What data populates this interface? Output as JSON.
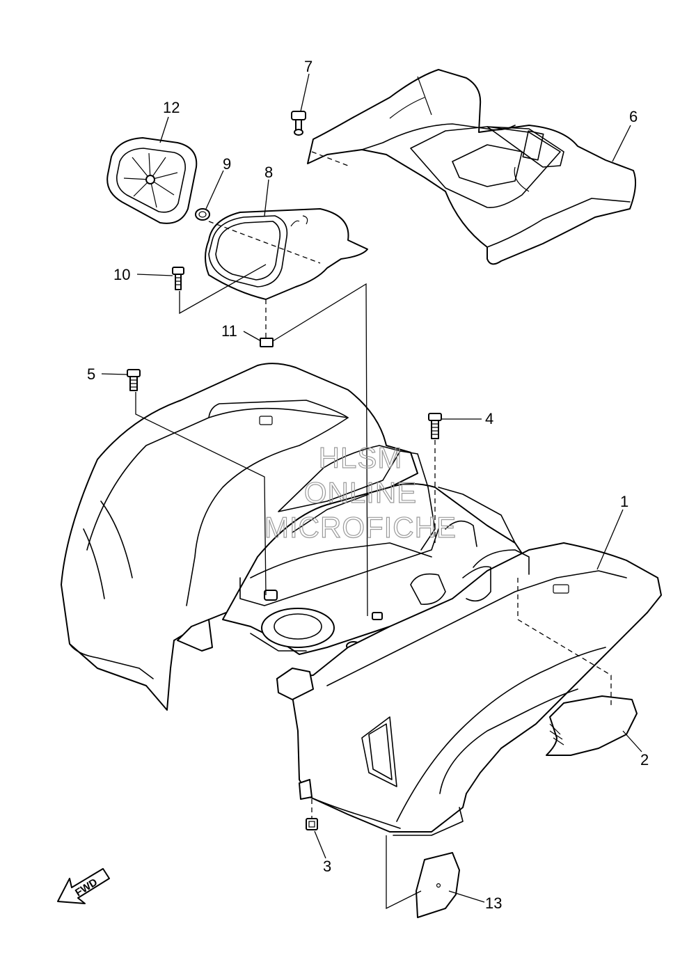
{
  "diagram": {
    "callouts": [
      {
        "id": "c1",
        "label": "1"
      },
      {
        "id": "c2",
        "label": "2"
      },
      {
        "id": "c3",
        "label": "3"
      },
      {
        "id": "c4",
        "label": "4"
      },
      {
        "id": "c5",
        "label": "5"
      },
      {
        "id": "c6",
        "label": "6"
      },
      {
        "id": "c7",
        "label": "7"
      },
      {
        "id": "c8",
        "label": "8"
      },
      {
        "id": "c9",
        "label": "9"
      },
      {
        "id": "c10",
        "label": "10"
      },
      {
        "id": "c11",
        "label": "11"
      },
      {
        "id": "c12",
        "label": "12"
      },
      {
        "id": "c13",
        "label": "13"
      }
    ],
    "watermark": [
      "HLSM",
      "ONLINE",
      "MICROFICHE"
    ],
    "direction_label": "FWD"
  }
}
